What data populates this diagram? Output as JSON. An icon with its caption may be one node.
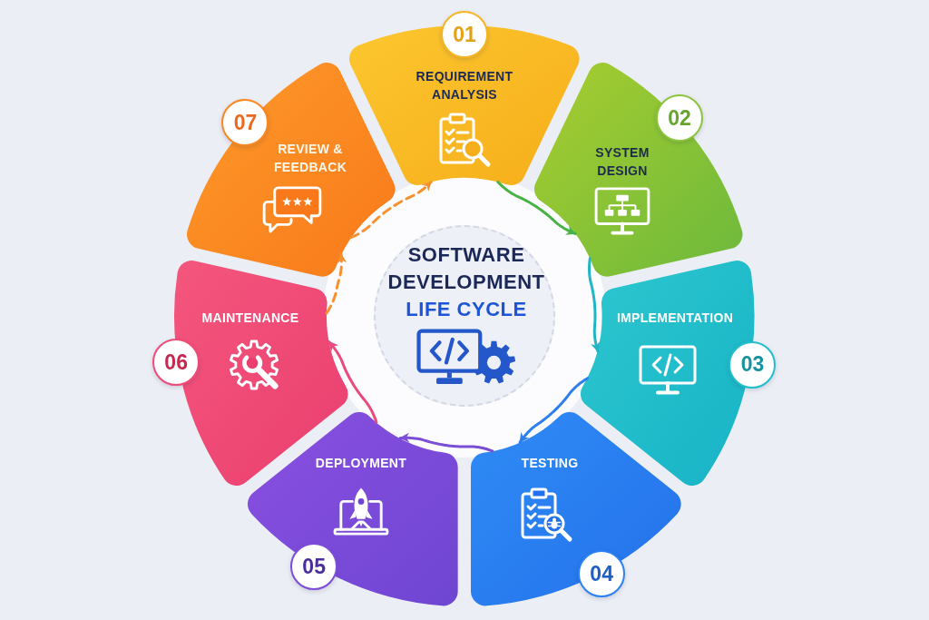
{
  "diagram": {
    "nodes": [
      {
        "text": [
          "SOFTWARE DEVELOPMENT",
          "LIFE CYCLE"
        ]
      },
      {
        "text": [
          "01"
        ]
      },
      {
        "text": [
          "REQUIREMENT ANALYSIS"
        ]
      },
      {
        "text": [
          "02"
        ]
      },
      {
        "text": [
          "SYSTEM DESIGN"
        ]
      },
      {
        "text": [
          "03"
        ]
      },
      {
        "text": [
          "IMPLEMENTATION"
        ]
      },
      {
        "text": [
          "04"
        ]
      },
      {
        "text": [
          "TESTING"
        ]
      },
      {
        "text": [
          "05"
        ]
      },
      {
        "text": [
          "DEPLOYMENT"
        ]
      },
      {
        "text": [
          "06"
        ]
      },
      {
        "text": [
          "MAINTENANCE"
        ]
      },
      {
        "text": [
          "07"
        ]
      },
      {
        "text": [
          "REVIEW & FEEDBACK"
        ]
      }
    ],
    "edges": [
      {
        "from": 2,
        "to": 4,
        "arrow": "to",
        "color": "#48b344"
      },
      {
        "from": 4,
        "to": 6,
        "arrow": "to",
        "color": "#22b6c4"
      },
      {
        "from": 6,
        "to": 8,
        "arrow": "to",
        "color": "#2d7fee"
      },
      {
        "from": 8,
        "to": 10,
        "arrow": "to",
        "color": "#7a4fd6"
      },
      {
        "from": 10,
        "to": 12,
        "arrow": "to",
        "color": "#ea4b7c"
      },
      {
        "from": 12,
        "to": 14,
        "arrow": "to",
        "style": "dashed",
        "color": "#f5922f"
      },
      {
        "from": 14,
        "to": 2,
        "arrow": "to",
        "style": "dashed",
        "color": "#f5922f"
      }
    ]
  }
}
